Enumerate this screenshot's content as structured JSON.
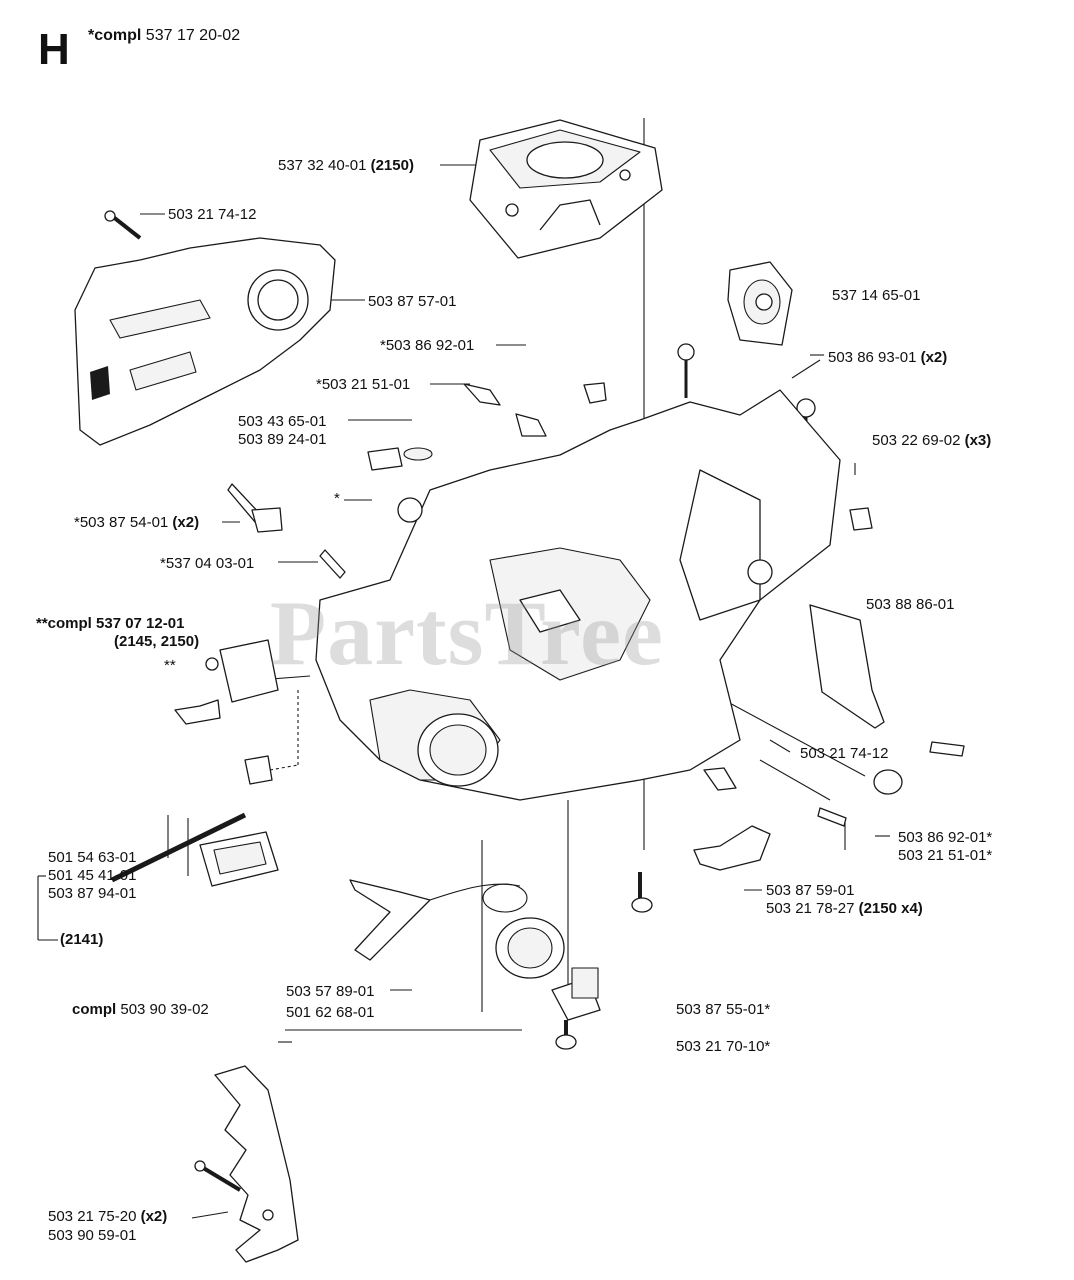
{
  "section_letter": "H",
  "header": {
    "prefix": "*compl",
    "number": "537 17 20-02"
  },
  "watermark": "PartsTree",
  "labels": {
    "l01": {
      "text": "537 32 40-01",
      "bold": "(2150)"
    },
    "l02": {
      "text": "503 21 74-12",
      "bold": ""
    },
    "l03": {
      "text": "503 87 57-01",
      "bold": ""
    },
    "l04": {
      "text": "537 14 65-01",
      "bold": ""
    },
    "l05": {
      "text": "*503 86 92-01",
      "bold": ""
    },
    "l06": {
      "text": "503 86 93-01",
      "bold": "(x2)"
    },
    "l07": {
      "text": "*503 21 51-01",
      "bold": ""
    },
    "l08": {
      "text": "503 43 65-01",
      "bold": ""
    },
    "l09": {
      "text": "503 89 24-01",
      "bold": ""
    },
    "l10": {
      "text": "503 22 69-02",
      "bold": "(x3)"
    },
    "l11": {
      "text": "*",
      "bold": ""
    },
    "l12": {
      "text": "*503 87 54-01",
      "bold": "(x2)"
    },
    "l13": {
      "text": "*537 04 03-01",
      "bold": ""
    },
    "l14": {
      "text": "503 88 86-01",
      "bold": ""
    },
    "l15": {
      "text": "",
      "bold": "**compl 537 07 12-01"
    },
    "l16": {
      "text": "",
      "bold": "(2145, 2150)"
    },
    "l17": {
      "text": "**",
      "bold": ""
    },
    "l18": {
      "text": "503 21 74-12",
      "bold": ""
    },
    "l19": {
      "text": "501 54 63-01",
      "bold": ""
    },
    "l20": {
      "text": "501 45 41-01",
      "bold": ""
    },
    "l21": {
      "text": "503 87 94-01",
      "bold": ""
    },
    "l22": {
      "text": "503 86 92-01*",
      "bold": ""
    },
    "l23": {
      "text": "503 21 51-01*",
      "bold": ""
    },
    "l24": {
      "text": "",
      "bold": "(2141)"
    },
    "l25": {
      "text": "503 87 59-01",
      "bold": ""
    },
    "l26": {
      "text": "503 21 78-27",
      "bold": "(2150 x4)"
    },
    "l27": {
      "text": "503 57 89-01",
      "bold": ""
    },
    "l28": {
      "text": "501 62 68-01",
      "bold": ""
    },
    "l29": {
      "text": "503 90 39-02",
      "bold": "compl"
    },
    "l30": {
      "text": "503 87 55-01*",
      "bold": ""
    },
    "l31": {
      "text": "503 21 70-10*",
      "bold": ""
    },
    "l32": {
      "text": "503 21 75-20",
      "bold": "(x2)"
    },
    "l33": {
      "text": "503 90 59-01",
      "bold": ""
    }
  }
}
